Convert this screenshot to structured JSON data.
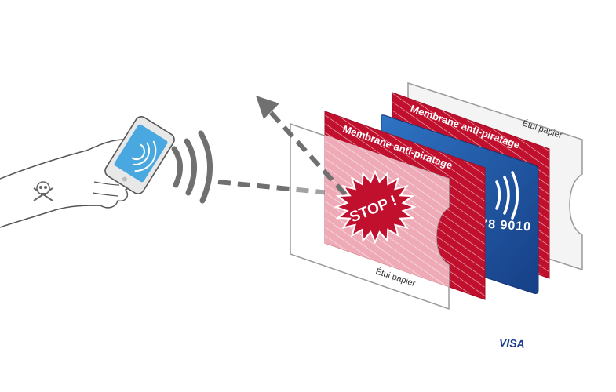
{
  "colors": {
    "membrane_red": "#c0102e",
    "card_blue": "#1f5aa8",
    "sleeve_gray": "#9a9a9a",
    "wave_gray": "#707070",
    "phone_blue": "#4aa8e0",
    "stop_red": "#c0102e"
  },
  "icons": [
    "hand-icon",
    "skull-crossbones-icon",
    "smartphone-icon",
    "contactless-waves-icon",
    "visa-logo"
  ],
  "layers": {
    "back_sleeve_label": "Étui papier",
    "back_membrane_label": "Membrane anti-piratage",
    "card_number_fragment": "78  9010",
    "card_brand": "VISA",
    "front_membrane_label": "Membrane anti-piratage",
    "front_sleeve_label": "Étui papier"
  },
  "stop_badge": {
    "label": "STOP !"
  }
}
